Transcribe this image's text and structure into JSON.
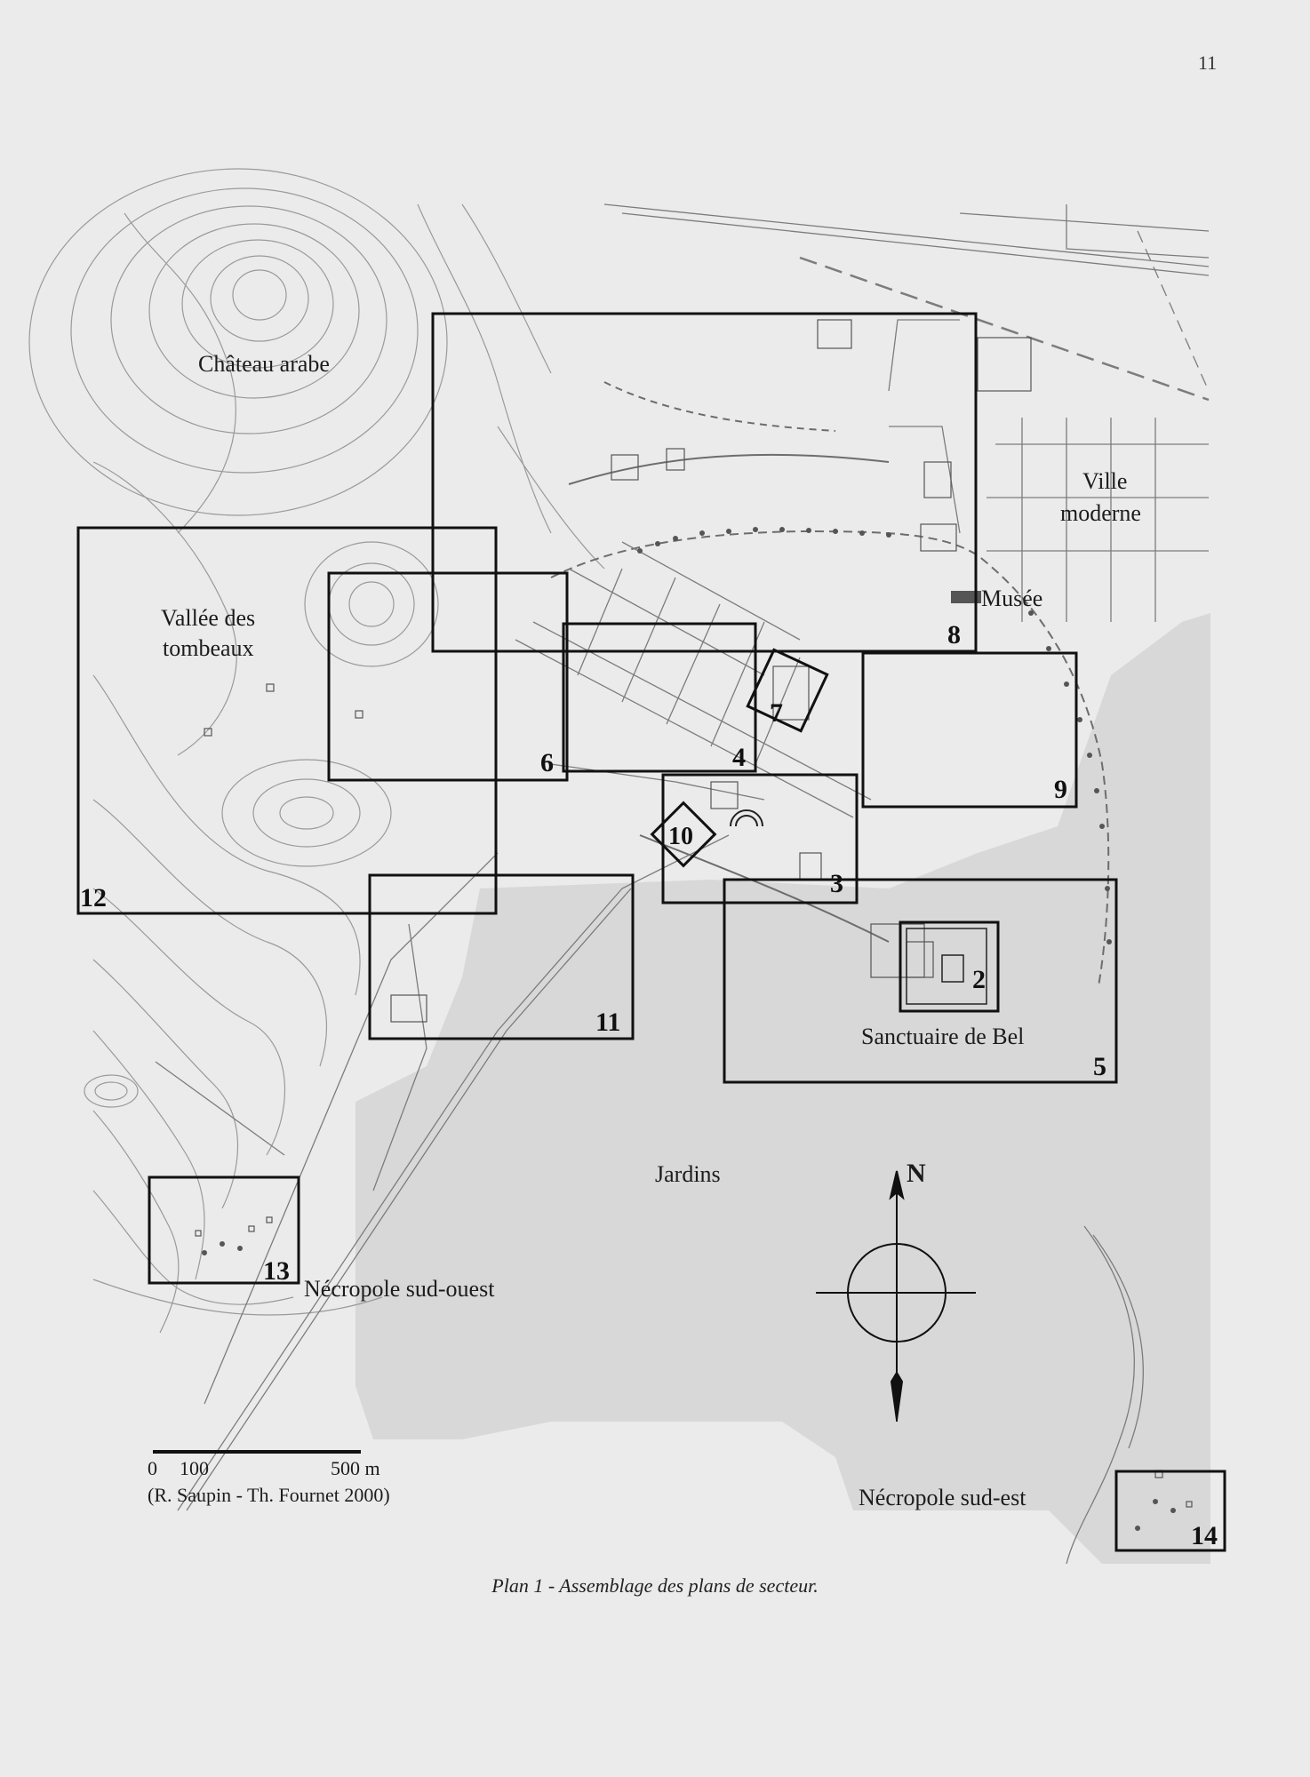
{
  "page": {
    "number": "11"
  },
  "labels": {
    "chateau": "Château arabe",
    "vallee_1": "Vallée des",
    "vallee_2": "tombeaux",
    "ville_1": "Ville",
    "ville_2": "moderne",
    "musee": "Musée",
    "sanctuaire": "Sanctuaire de Bel",
    "jardins": "Jardins",
    "necropole_so": "Nécropole sud-ouest",
    "necropole_se": "Nécropole sud-est"
  },
  "sectors": [
    "2",
    "3",
    "4",
    "5",
    "6",
    "7",
    "8",
    "9",
    "10",
    "11",
    "12",
    "13",
    "14"
  ],
  "north_arrow": {
    "label": "N"
  },
  "scale": {
    "tick_0": "0",
    "tick_100": "100",
    "tick_500": "500 m"
  },
  "credit": "(R. Saupin - Th. Fournet 2000)",
  "caption": "Plan 1 - Assemblage des plans de secteur.",
  "colors": {
    "paper": "#ebebeb",
    "gardens": "#d9d9d9",
    "ink": "#1a1a1a",
    "line": "#8a8a8a"
  }
}
